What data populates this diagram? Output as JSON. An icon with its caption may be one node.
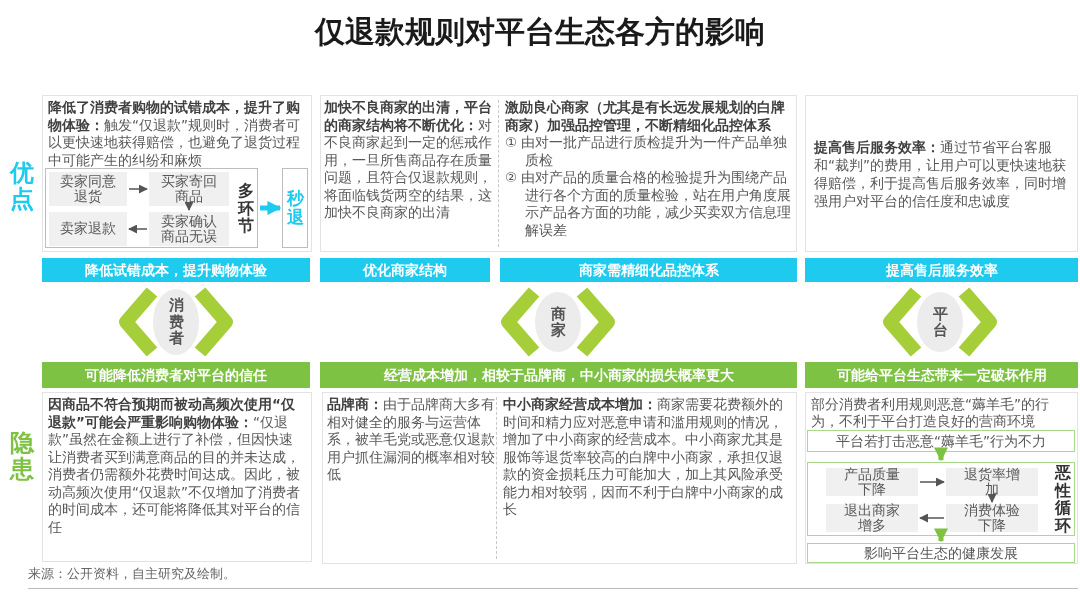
{
  "diagram": {
    "title": "仅退款规则对平台生态各方的影响",
    "nodes": [
      {
        "text": [
          "**降低了消费者购物的试错成本，提升了购物体验：**触发“仅退款”规则时，消费者可以更快速地获得赔偿，也避免了退货过程中可能产生的纠纷和麻烦"
        ]
      },
      {
        "text": [
          "多环节"
        ],
        "in": 0
      },
      {
        "text": [
          "卖家同意退货"
        ],
        "in": 1
      },
      {
        "text": [
          "买家寄回商品"
        ],
        "in": 1
      },
      {
        "text": [
          "卖家确认商品无误"
        ],
        "in": 1
      },
      {
        "text": [
          "卖家退款"
        ],
        "in": 1
      },
      {
        "text": [
          "秒退"
        ],
        "in": 0
      },
      {
        "text": [
          "**加快不良商家的出清，平台的商家结构将不断优化：**对不良商家起到一定的惩戒作用，一旦所售商品存在质量问题，且符合仅退款规则，将面临钱货两空的结果，这加快不良商家的出清",
          "激励良心商家（尤其是有长远发展规划的白牌商家）加强品控管理，不断精细化品控体系",
          "① 由对一批产品进行质检提升为一件产品单独质检",
          "② 由对产品的质量合格的检验提升为围绕产品进行各个方面的质量检验，站在用户角度展示产品各方面的功能，减少买卖双方信息理解误差"
        ]
      },
      {
        "text": [
          "**提高售后服务效率：**通过节省平台客服和“裁判”的费用，让用户可以更快速地获得赔偿，利于提高售后服务效率，同时增强用户对平台的信任度和忠诚度"
        ]
      },
      {
        "text": [
          "降低试错成本，提升购物体验"
        ]
      },
      {
        "text": [
          "优化商家结构"
        ]
      },
      {
        "text": [
          "商家需精细化品控体系"
        ]
      },
      {
        "text": [
          "提高售后服务效率"
        ]
      },
      {
        "text": [
          "消费者"
        ]
      },
      {
        "text": [
          "商家"
        ]
      },
      {
        "text": [
          "平台"
        ]
      },
      {
        "text": [
          "可能降低消费者对平台的信任"
        ]
      },
      {
        "text": [
          "经营成本增加，相较于品牌商，中小商家的损失概率更大"
        ]
      },
      {
        "text": [
          "可能给平台生态带来一定破坏作用"
        ]
      },
      {
        "text": [
          "**因商品不符合预期而被动高频次使用“仅退款”可能会严重影响购物体验：**“仅退款”虽然在金额上进行了补偿，但因快速让消费者买到满意商品的目的并未达成，消费者仍需额外花费时间达成。因此，被动高频次使用“仅退款”不仅增加了消费者的时间成本，还可能将降低其对平台的信任"
        ]
      },
      {
        "text": [
          "**品牌商：**由于品牌商大多有相对健全的服务与运营体系，被羊毛党或恶意仅退款用户抓住漏洞的概率相对较低",
          "**中小商家经营成本增加：**商家需要花费额外的时间和精力应对恶意申请和滥用规则的情况，增加了中小商家的经营成本。中小商家尤其是服饰等退货率较高的白牌中小商家，承担仅退款的资金损耗压力可能加大，加上其风险承受能力相对较弱，因而不利于白牌中小商家的成长"
        ]
      },
      {
        "text": [
          "部分消费者利用规则恶意“薅羊毛”的行为，不利于平台打造良好的营商环境"
        ]
      },
      {
        "text": [
          "平台若打击恶意“薅羊毛”行为不力"
        ],
        "in": 21
      },
      {
        "text": [
          "恶性循环"
        ],
        "in": 21
      },
      {
        "text": [
          "产品质量下降"
        ],
        "in": 23
      },
      {
        "text": [
          "退货率增加"
        ],
        "in": 23
      },
      {
        "text": [
          "消费体验下降"
        ],
        "in": 23
      },
      {
        "text": [
          "退出商家增多"
        ],
        "in": 23
      },
      {
        "text": [
          "影响平台生态的健康发展"
        ],
        "in": 21
      }
    ],
    "edges": [
      {
        "from": 2,
        "to": 3,
        "arrow": "to"
      },
      {
        "from": 3,
        "to": 4,
        "arrow": "to"
      },
      {
        "from": 4,
        "to": 5,
        "arrow": "to"
      },
      {
        "from": 1,
        "to": 6,
        "arrow": "to",
        "style": "thick",
        "color": "#1ecbef"
      },
      {
        "from": 22,
        "to": 23,
        "arrow": "to",
        "style": "thick",
        "color": "#7dc242"
      },
      {
        "from": 24,
        "to": 25,
        "arrow": "to"
      },
      {
        "from": 25,
        "to": 26,
        "arrow": "to"
      },
      {
        "from": 26,
        "to": 27,
        "arrow": "to"
      },
      {
        "from": 23,
        "to": 28,
        "arrow": "to",
        "style": "thick",
        "color": "#7dc242"
      }
    ],
    "labels": [
      "优点",
      "隐患",
      "来源：公开资料，自主研究及绘制。"
    ]
  }
}
